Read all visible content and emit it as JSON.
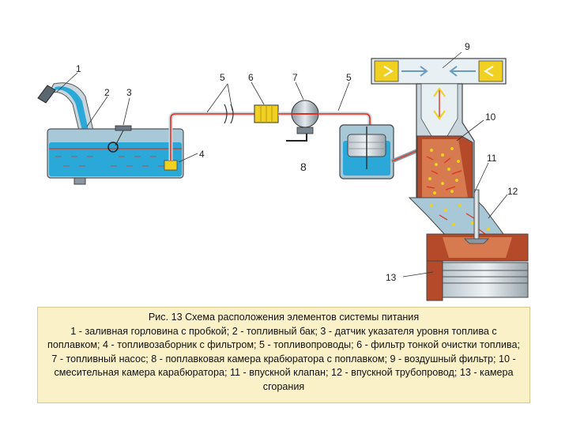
{
  "diagram": {
    "labels": [
      "1",
      "2",
      "3",
      "4",
      "5",
      "6",
      "7",
      "5",
      "8",
      "9",
      "10",
      "11",
      "12",
      "13"
    ]
  },
  "caption": {
    "title": "Рис. 13 Схема расположения элементов системы питания",
    "body": "1 - заливная горловина с пробкой; 2 - топливный бак; 3 - датчик указателя уровня топлива с поплавком; 4 - топливозаборник с фильтром; 5 - топливопроводы; 6 - фильтр тонкой очистки топлива; 7 - топливный насос; 8 - поплавковая камера крабюратора с поплавком; 9 - воздушный фильтр; 10 - смесительная камера карабюратора; 11 - впускной клапан; 12 - впускной трубопровод; 13 - камера сгорания"
  },
  "colors": {
    "fuel": "#2aa8d8",
    "tank_wall": "#a8c8d8",
    "fuel_line": "#e03020",
    "filter_yellow": "#f0d020",
    "mixture": "#c83020",
    "caption_bg": "#fbf1c9"
  }
}
